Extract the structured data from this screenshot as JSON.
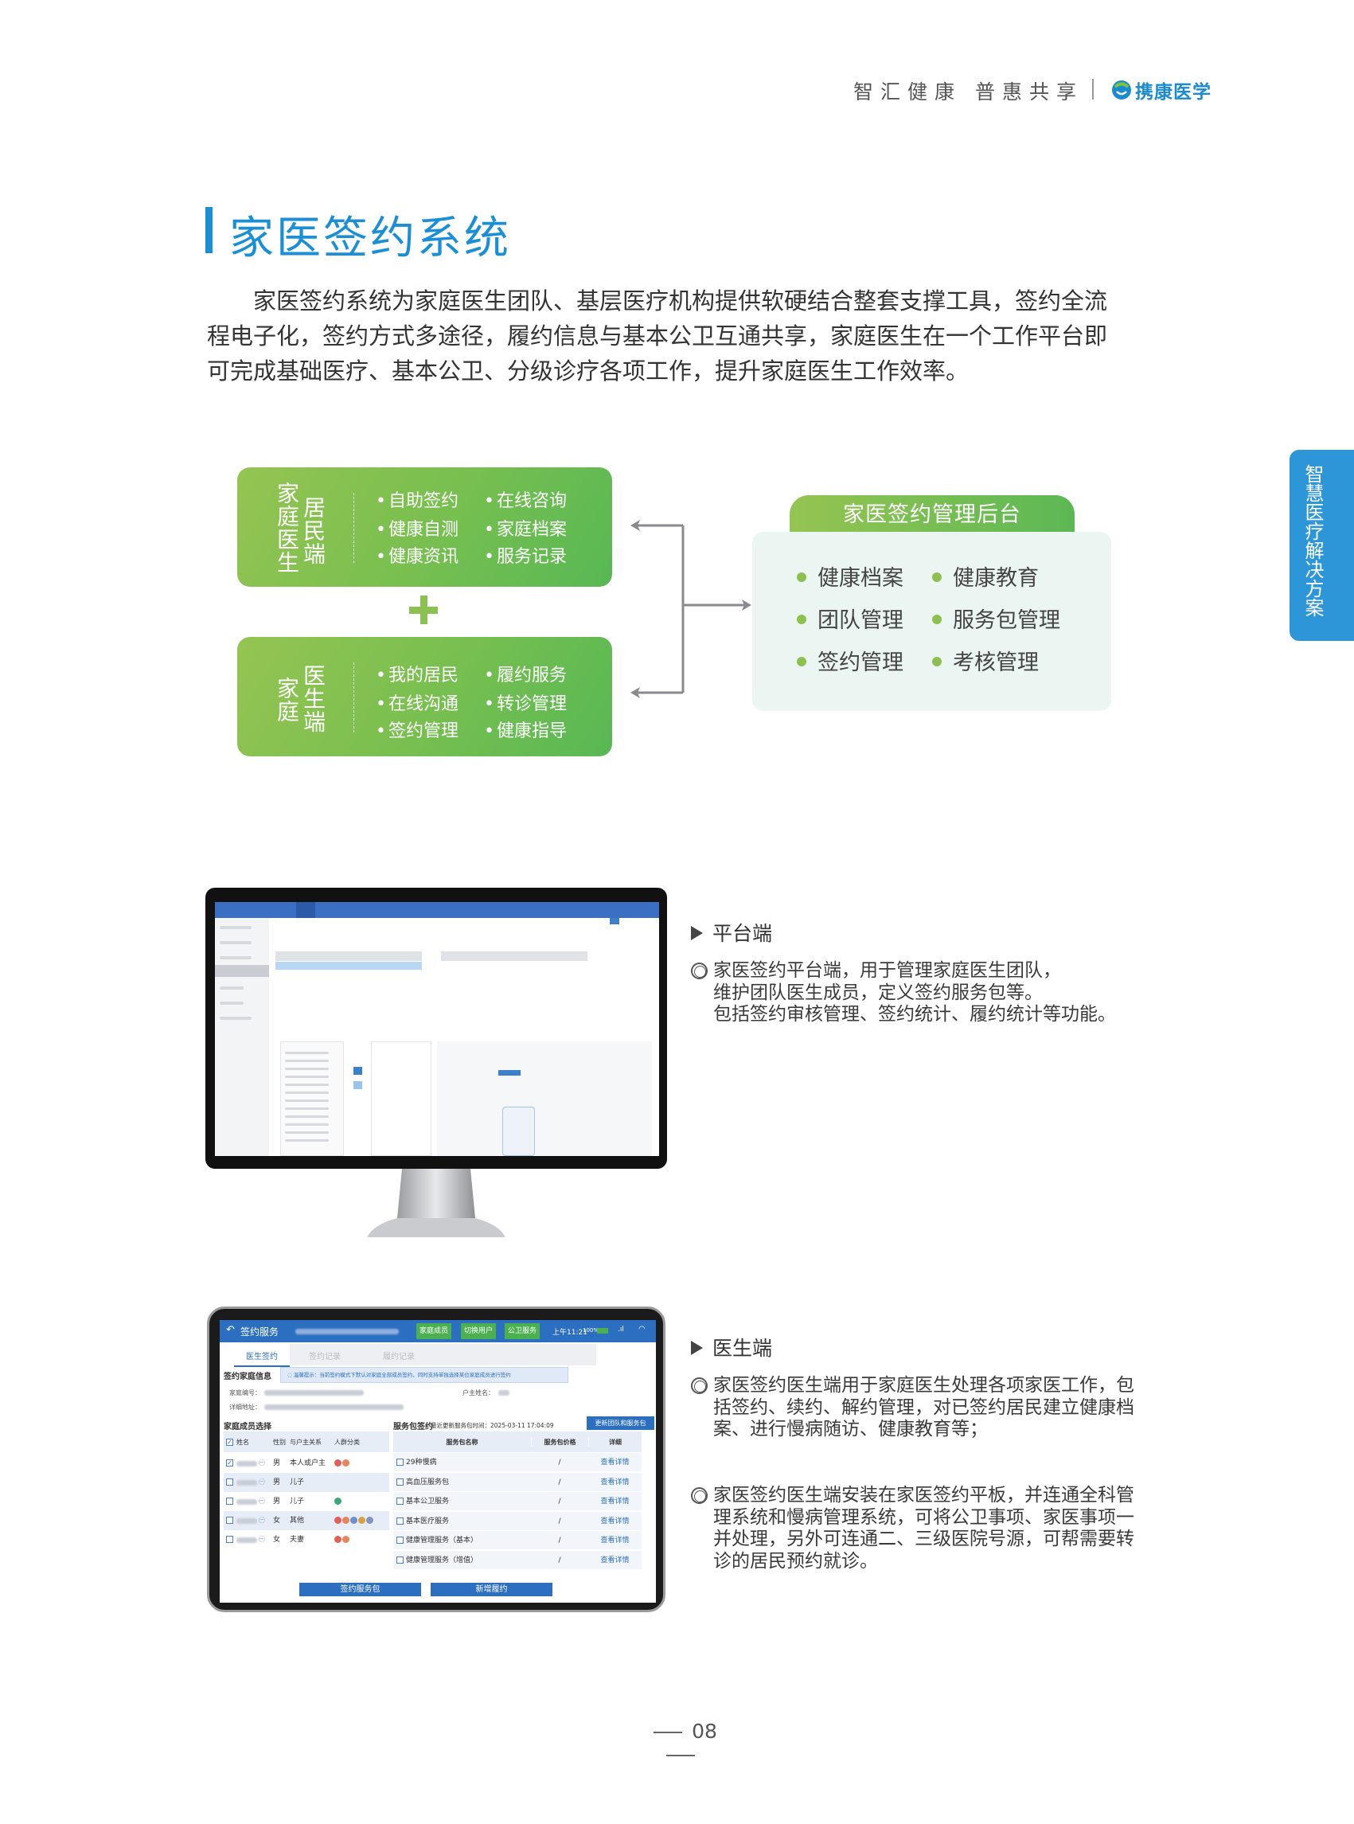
{
  "header": {
    "slogan": "智汇健康 普惠共享",
    "brand": "携康医学"
  },
  "title": "家医签约系统",
  "intro_lines": [
    "家医签约系统为家庭医生团队、基层医疗机构提供软硬结合整套支撑工具，签约全流",
    "程电子化，签约方式多途径，履约信息与基本公卫互通共享，家庭医生在一个工作平台即",
    "可完成基础医疗、基本公卫、分级诊疗各项工作，提升家庭医生工作效率。"
  ],
  "diagram": {
    "resident_app": {
      "label_a": "家庭医生",
      "label_b": "居民端",
      "items": [
        "自助签约",
        "在线咨询",
        "健康自测",
        "家庭档案",
        "健康资讯",
        "服务记录"
      ]
    },
    "doctor_app": {
      "label_a": "家庭",
      "label_b": "医生端",
      "items": [
        "我的居民",
        "履约服务",
        "在线沟通",
        "转诊管理",
        "签约管理",
        "健康指导"
      ]
    },
    "backend": {
      "title": "家医签约管理后台",
      "items": [
        "健康档案",
        "健康教育",
        "团队管理",
        "服务包管理",
        "签约管理",
        "考核管理"
      ]
    },
    "colors": {
      "green_start": "#95c452",
      "green_end": "#58b854",
      "panel_bg": "#ebf5f1",
      "accent_blue": "#1a8fd6"
    }
  },
  "side_tab": "智慧医疗解决方案",
  "tablet": {
    "title": "签约服务",
    "header_buttons": [
      "家庭成员",
      "切换用户",
      "公卫服务"
    ],
    "time": "上午11:21",
    "battery": "100%",
    "tabs": [
      "医生签约",
      "签约记录",
      "履约记录"
    ],
    "info_title": "签约家庭信息",
    "tip": "温馨提示：当前签约模式下默认对家庭全部成员签约，同时支持单独选择某位家庭成员进行签约",
    "family_no_label": "家庭编号：",
    "head_name_label": "户主姓名：",
    "address_label": "详细地址：",
    "members_title": "家庭成员选择",
    "members_headers": [
      "姓名",
      "性别",
      "与户主关系",
      "人群分类"
    ],
    "members": [
      {
        "checked": true,
        "gender": "男",
        "relation": "本人或户主",
        "badges": [
          "#e0605a",
          "#e8845a"
        ]
      },
      {
        "checked": false,
        "gender": "男",
        "relation": "儿子",
        "badges": []
      },
      {
        "checked": false,
        "gender": "男",
        "relation": "儿子",
        "badges": [
          "#3aa876"
        ]
      },
      {
        "checked": false,
        "gender": "女",
        "relation": "其他",
        "badges": [
          "#e0605a",
          "#e8845a",
          "#6b8fd0",
          "#d8a040",
          "#7f96c0"
        ]
      },
      {
        "checked": false,
        "gender": "女",
        "relation": "夫妻",
        "badges": [
          "#e0605a",
          "#e8845a"
        ]
      }
    ],
    "package_title": "服务包签约",
    "package_updated": "最近更新服务包时间：2025-03-11 17:04:09",
    "update_button": "更新团队和服务包",
    "package_headers": [
      "服务包名称",
      "服务包价格",
      "详细"
    ],
    "packages": [
      {
        "name": "29种慢病",
        "price": "/",
        "detail": "查看详情"
      },
      {
        "name": "高血压服务包",
        "price": "/",
        "detail": "查看详情"
      },
      {
        "name": "基本公卫服务",
        "price": "/",
        "detail": "查看详情"
      },
      {
        "name": "基本医疗服务",
        "price": "/",
        "detail": "查看详情"
      },
      {
        "name": "健康管理服务（基本）",
        "price": "/",
        "detail": "查看详情"
      },
      {
        "name": "健康管理服务（增值）",
        "price": "/",
        "detail": "查看详情"
      }
    ],
    "buttons": [
      "签约服务包",
      "新增履约"
    ]
  },
  "platform": {
    "heading": "平台端",
    "lines": [
      "家医签约平台端，用于管理家庭医生团队，",
      "维护团队医生成员，定义签约服务包等。",
      "包括签约审核管理、签约统计、履约统计等功能。"
    ]
  },
  "doctor": {
    "heading": "医生端",
    "para1": [
      "家医签约医生端用于家庭医生处理各项家医工作，包",
      "括签约、续约、解约管理，对已签约居民建立健康档",
      "案、进行慢病随访、健康教育等；"
    ],
    "para2": [
      "家医签约医生端安装在家医签约平板，并连通全科管",
      "理系统和慢病管理系统，可将公卫事项、家医事项一",
      "并处理，另外可连通二、三级医院号源，可帮需要转",
      "诊的居民预约就诊。"
    ]
  },
  "page_number": "08"
}
